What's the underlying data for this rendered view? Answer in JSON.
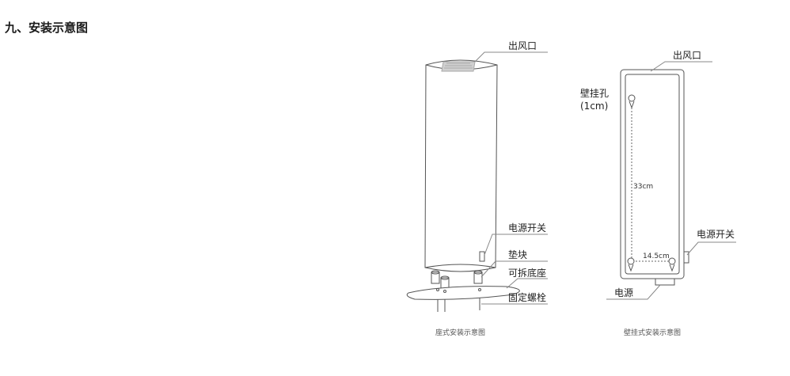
{
  "heading": "九、安装示意图",
  "stand": {
    "air_outlet": "出风口",
    "power_switch": "电源开关",
    "pad": "垫块",
    "base": "可拆底座",
    "bolt": "固定螺栓",
    "caption": "座式安装示意图"
  },
  "wall": {
    "air_outlet": "出风口",
    "hole_line1": "壁挂孔",
    "hole_line2": "(1cm)",
    "height_dim": "33cm",
    "width_dim": "14.5cm",
    "power_switch": "电源开关",
    "power": "电源",
    "caption": "壁挂式安装示意图"
  },
  "colors": {
    "line": "#555555",
    "leader": "#888888",
    "grille": "#b8b8b8"
  }
}
